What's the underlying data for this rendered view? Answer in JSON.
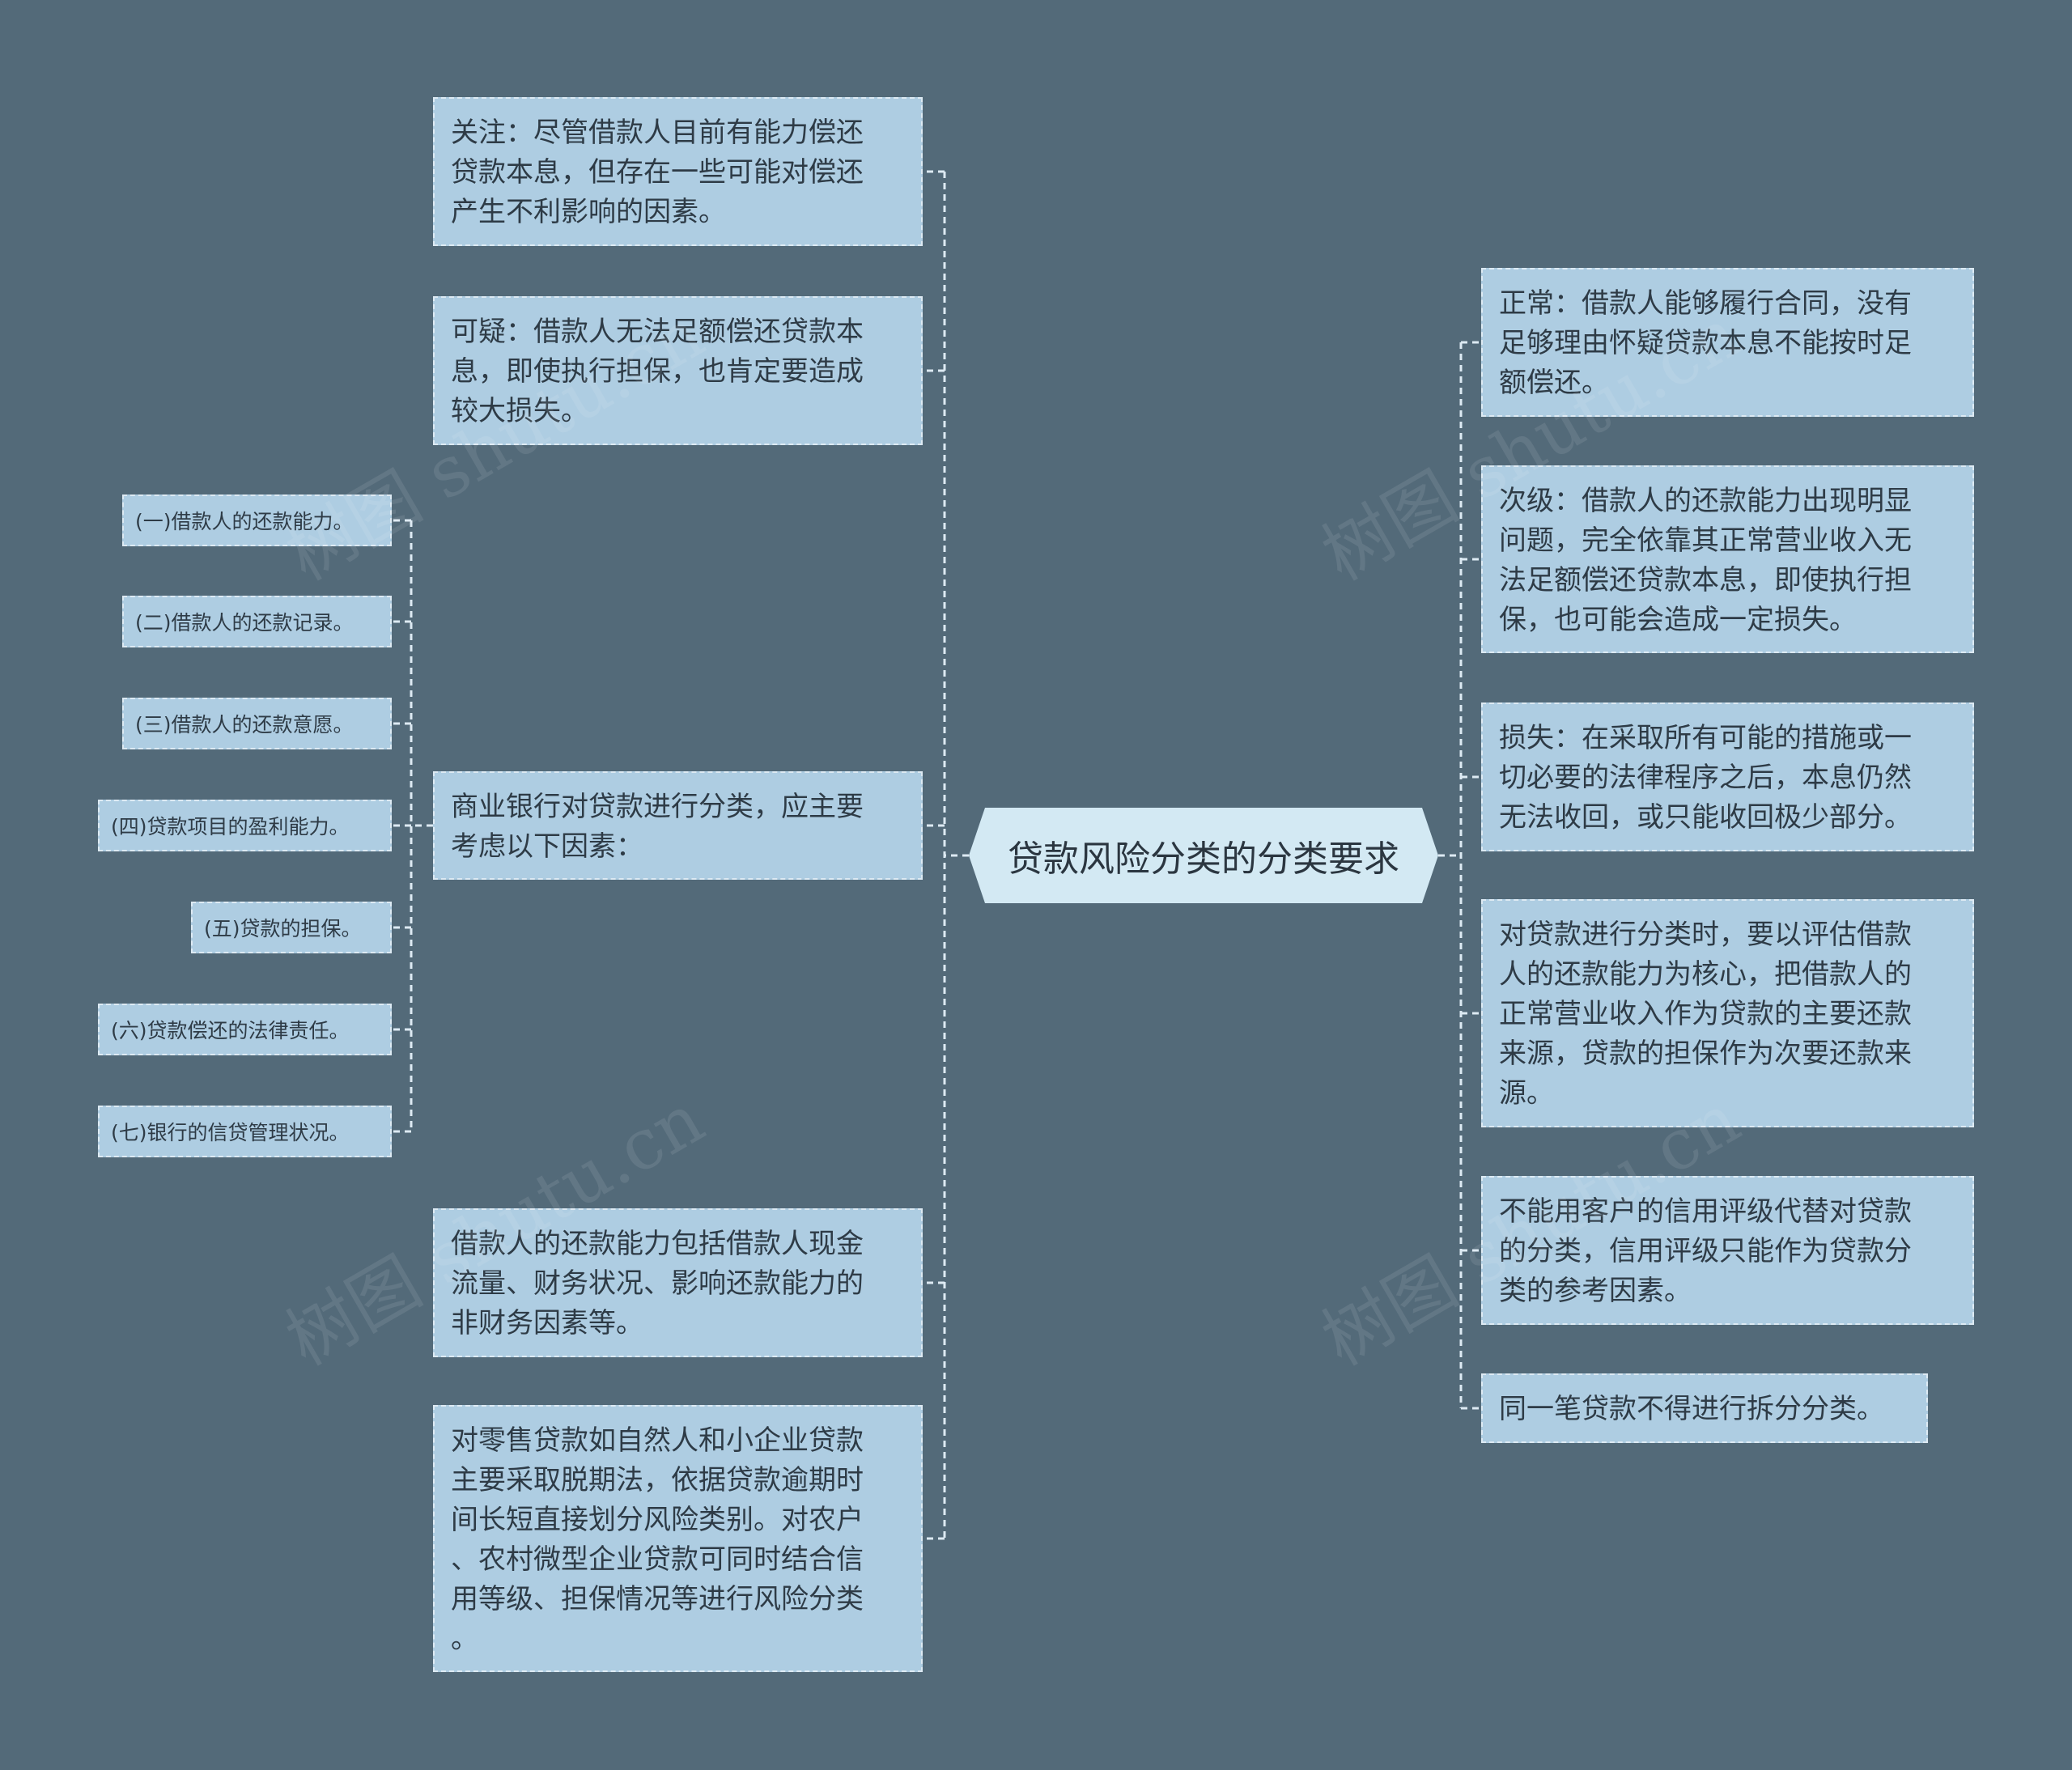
{
  "root": {
    "label": "贷款风险分类的分类要求"
  },
  "left": [
    {
      "text": "关注：尽管借款人目前有能力偿还\n贷款本息，但存在一些可能对偿还\n产生不利影响的因素。"
    },
    {
      "text": "可疑：借款人无法足额偿还贷款本\n息，即使执行担保，也肯定要造成\n较大损失。"
    },
    {
      "text": "商业银行对贷款进行分类，应主要\n考虑以下因素："
    },
    {
      "text": "借款人的还款能力包括借款人现金\n流量、财务状况、影响还款能力的\n非财务因素等。"
    },
    {
      "text": "对零售贷款如自然人和小企业贷款\n主要采取脱期法，依据贷款逾期时\n间长短直接划分风险类别。对农户\n、农村微型企业贷款可同时结合信\n用等级、担保情况等进行风险分类\n。"
    }
  ],
  "factors": [
    {
      "text": "(一)借款人的还款能力。"
    },
    {
      "text": "(二)借款人的还款记录。"
    },
    {
      "text": "(三)借款人的还款意愿。"
    },
    {
      "text": "(四)贷款项目的盈利能力。"
    },
    {
      "text": "(五)贷款的担保。"
    },
    {
      "text": "(六)贷款偿还的法律责任。"
    },
    {
      "text": "(七)银行的信贷管理状况。"
    }
  ],
  "right": [
    {
      "text": "正常：借款人能够履行合同，没有\n足够理由怀疑贷款本息不能按时足\n额偿还。"
    },
    {
      "text": "次级：借款人的还款能力出现明显\n问题，完全依靠其正常营业收入无\n法足额偿还贷款本息，即使执行担\n保，也可能会造成一定损失。"
    },
    {
      "text": "损失：在采取所有可能的措施或一\n切必要的法律程序之后，本息仍然\n无法收回，或只能收回极少部分。"
    },
    {
      "text": "对贷款进行分类时，要以评估借款\n人的还款能力为核心，把借款人的\n正常营业收入作为贷款的主要还款\n来源，贷款的担保作为次要还款来\n源。"
    },
    {
      "text": "不能用客户的信用评级代替对贷款\n的分类，信用评级只能作为贷款分\n类的参考因素。"
    },
    {
      "text": "同一笔贷款不得进行拆分分类。"
    }
  ],
  "watermark": "树图 shutu.cn",
  "colors": {
    "background": "#536a79",
    "node": "#aecde2",
    "root": "#d3e9f3",
    "line": "#ddeaf3"
  }
}
